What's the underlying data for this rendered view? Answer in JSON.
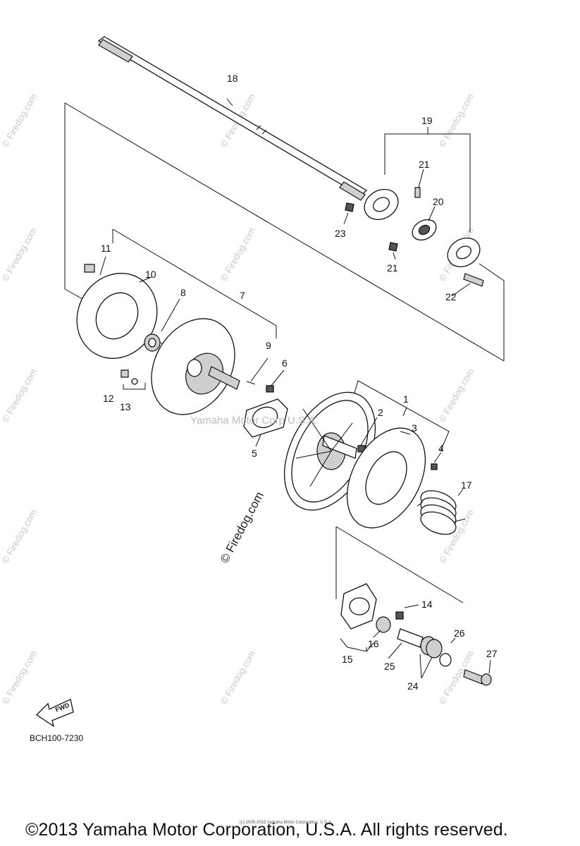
{
  "watermark": "© Firedog.com",
  "center_watermark": "Yamaha Motor Corp U.S.A.",
  "diagram_code": "BCH100-7230",
  "fwd_label": "FWD",
  "tiny_copyright": "(c) 2005-2015 Yamaha Motor Corporation, U.S.A.",
  "copyright": "©2013 Yamaha Motor Corporation, U.S.A. All rights reserved.",
  "callouts": {
    "c1": "1",
    "c2": "2",
    "c3": "3",
    "c4": "4",
    "c5": "5",
    "c6": "6",
    "c7": "7",
    "c8": "8",
    "c9": "9",
    "c10": "10",
    "c11": "11",
    "c12": "12",
    "c13": "13",
    "c14": "14",
    "c15": "15",
    "c16": "16",
    "c17": "17",
    "c18": "18",
    "c19": "19",
    "c20": "20",
    "c21a": "21",
    "c21b": "21",
    "c22": "22",
    "c23": "23",
    "c24": "24",
    "c25": "25",
    "c26": "26",
    "c27": "27"
  }
}
